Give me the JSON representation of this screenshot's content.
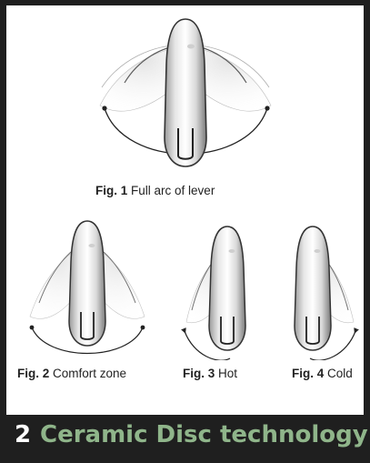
{
  "figures": [
    {
      "num": "Fig. 1",
      "text": "Full arc of lever"
    },
    {
      "num": "Fig. 2",
      "text": "Comfort zone"
    },
    {
      "num": "Fig. 3",
      "text": "Hot"
    },
    {
      "num": "Fig. 4",
      "text": "Cold"
    }
  ],
  "footer": {
    "number": "2",
    "title": "Ceramic Disc technology"
  },
  "colors": {
    "accent": "#8fb58a",
    "background": "#1f1f1f",
    "panel": "#ffffff"
  }
}
